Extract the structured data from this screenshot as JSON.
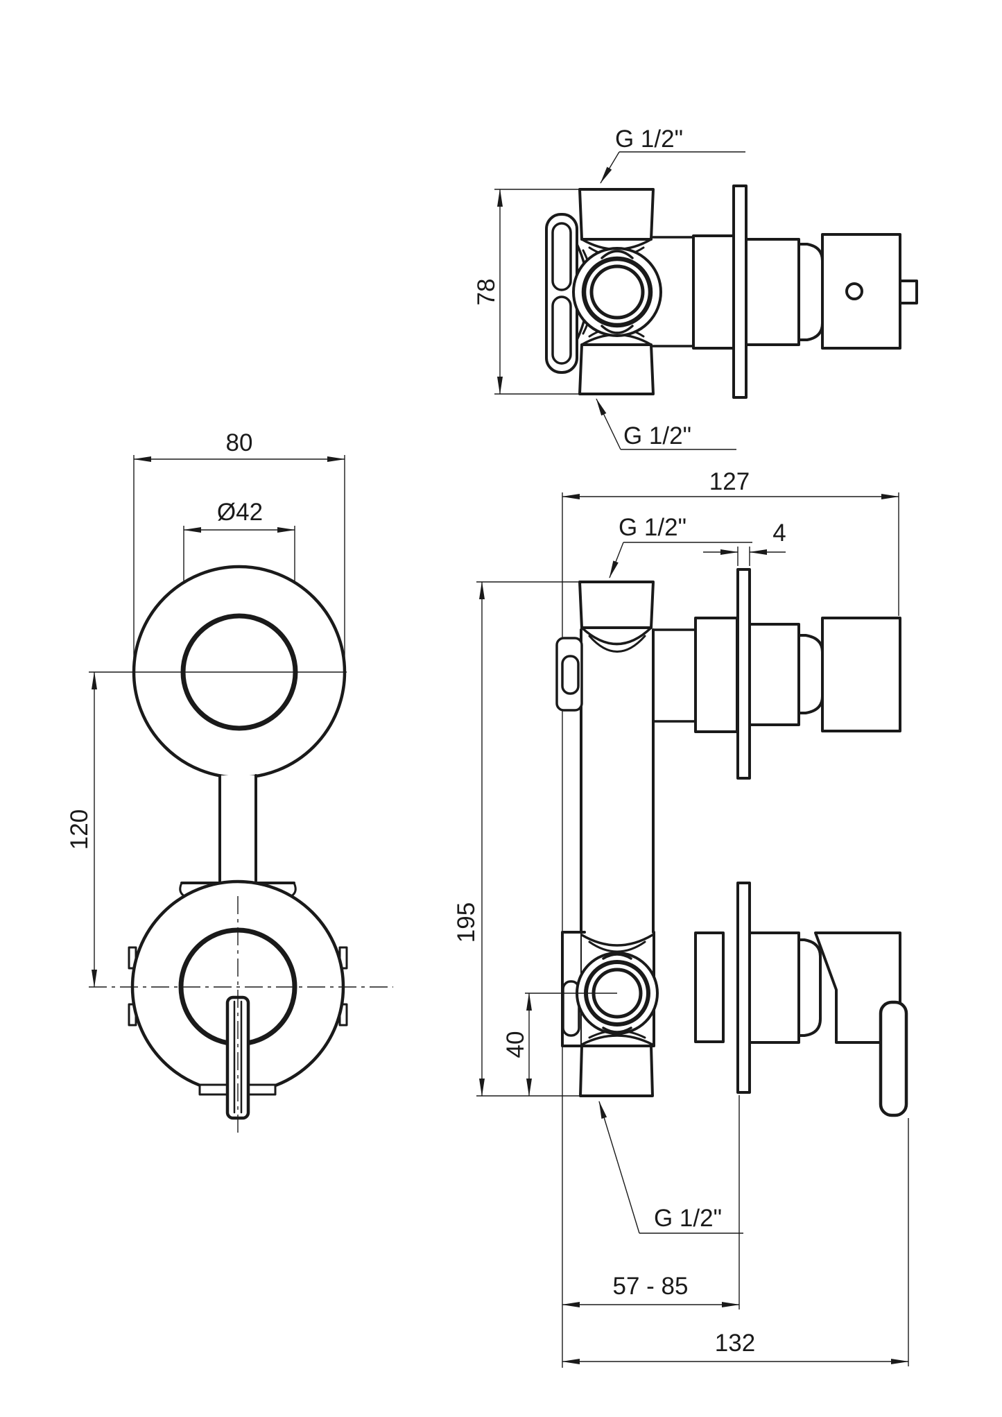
{
  "drawing": {
    "type": "technical-orthographic-drawing",
    "subject": "concealed shower mixer valve",
    "line_color": "#1a1a1a",
    "background_color": "#ffffff"
  },
  "top_view": {
    "dim_height": "78",
    "port_top_label": "G 1/2\"",
    "port_bottom_label": "G 1/2\""
  },
  "front_view": {
    "dim_outer_diameter": "80",
    "dim_inner_diameter": "Ø42",
    "dim_center_spacing": "120"
  },
  "side_view": {
    "dim_width": "127",
    "port_top_label": "G 1/2\"",
    "dim_plate_thickness": "4",
    "dim_height": "195",
    "dim_outlet_height": "40",
    "port_bottom_label": "G 1/2\"",
    "dim_depth_range": "57 - 85",
    "dim_total_depth": "132"
  }
}
